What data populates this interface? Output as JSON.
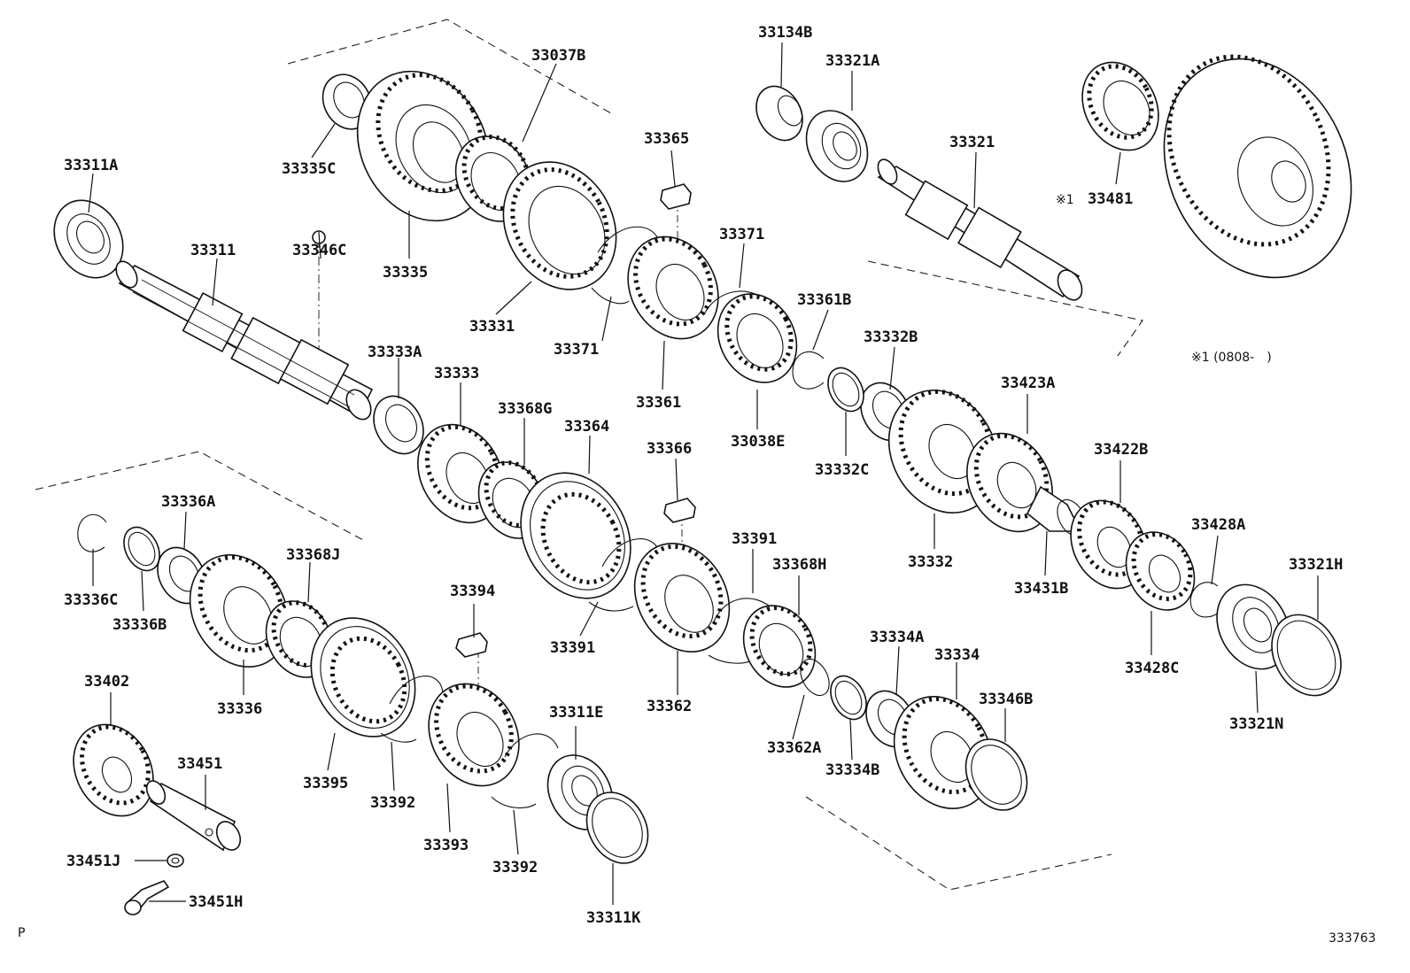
{
  "diagram": {
    "callouts": [
      {
        "id": "c-33311A",
        "text": "33311A"
      },
      {
        "id": "c-33311",
        "text": "33311"
      },
      {
        "id": "c-33346C",
        "text": "33346C"
      },
      {
        "id": "c-33335C",
        "text": "33335C"
      },
      {
        "id": "c-33335",
        "text": "33335"
      },
      {
        "id": "c-33037B",
        "text": "33037B"
      },
      {
        "id": "c-33331",
        "text": "33331"
      },
      {
        "id": "c-33371a",
        "text": "33371"
      },
      {
        "id": "c-33371b",
        "text": "33371"
      },
      {
        "id": "c-33365",
        "text": "33365"
      },
      {
        "id": "c-33361",
        "text": "33361"
      },
      {
        "id": "c-33361B",
        "text": "33361B"
      },
      {
        "id": "c-33038E",
        "text": "33038E"
      },
      {
        "id": "c-33134B",
        "text": "33134B"
      },
      {
        "id": "c-33321A",
        "text": "33321A"
      },
      {
        "id": "c-33321",
        "text": "33321"
      },
      {
        "id": "c-33481",
        "text": "33481"
      },
      {
        "id": "c-33332B",
        "text": "33332B"
      },
      {
        "id": "c-33332C",
        "text": "33332C"
      },
      {
        "id": "c-33332",
        "text": "33332"
      },
      {
        "id": "c-33423A",
        "text": "33423A"
      },
      {
        "id": "c-33422B",
        "text": "33422B"
      },
      {
        "id": "c-33431B",
        "text": "33431B"
      },
      {
        "id": "c-33428A",
        "text": "33428A"
      },
      {
        "id": "c-33428C",
        "text": "33428C"
      },
      {
        "id": "c-33321H",
        "text": "33321H"
      },
      {
        "id": "c-33321N",
        "text": "33321N"
      },
      {
        "id": "c-33333A",
        "text": "33333A"
      },
      {
        "id": "c-33333",
        "text": "33333"
      },
      {
        "id": "c-33368G",
        "text": "33368G"
      },
      {
        "id": "c-33364",
        "text": "33364"
      },
      {
        "id": "c-33366",
        "text": "33366"
      },
      {
        "id": "c-33391a",
        "text": "33391"
      },
      {
        "id": "c-33391b",
        "text": "33391"
      },
      {
        "id": "c-33362",
        "text": "33362"
      },
      {
        "id": "c-33368H",
        "text": "33368H"
      },
      {
        "id": "c-33362A",
        "text": "33362A"
      },
      {
        "id": "c-33334A",
        "text": "33334A"
      },
      {
        "id": "c-33334",
        "text": "33334"
      },
      {
        "id": "c-33334B",
        "text": "33334B"
      },
      {
        "id": "c-33346B",
        "text": "33346B"
      },
      {
        "id": "c-33336A",
        "text": "33336A"
      },
      {
        "id": "c-33336C",
        "text": "33336C"
      },
      {
        "id": "c-33336B",
        "text": "33336B"
      },
      {
        "id": "c-33368J",
        "text": "33368J"
      },
      {
        "id": "c-33336",
        "text": "33336"
      },
      {
        "id": "c-33394",
        "text": "33394"
      },
      {
        "id": "c-33395",
        "text": "33395"
      },
      {
        "id": "c-33392a",
        "text": "33392"
      },
      {
        "id": "c-33392b",
        "text": "33392"
      },
      {
        "id": "c-33393",
        "text": "33393"
      },
      {
        "id": "c-33311E",
        "text": "33311E"
      },
      {
        "id": "c-33311K",
        "text": "33311K"
      },
      {
        "id": "c-33402",
        "text": "33402"
      },
      {
        "id": "c-33451",
        "text": "33451"
      },
      {
        "id": "c-33451J",
        "text": "33451J"
      },
      {
        "id": "c-33451H",
        "text": "33451H"
      }
    ],
    "note_mark": "※1",
    "note_text": "※1 (0808-　)",
    "corner_left": "P",
    "corner_right": "333763"
  }
}
